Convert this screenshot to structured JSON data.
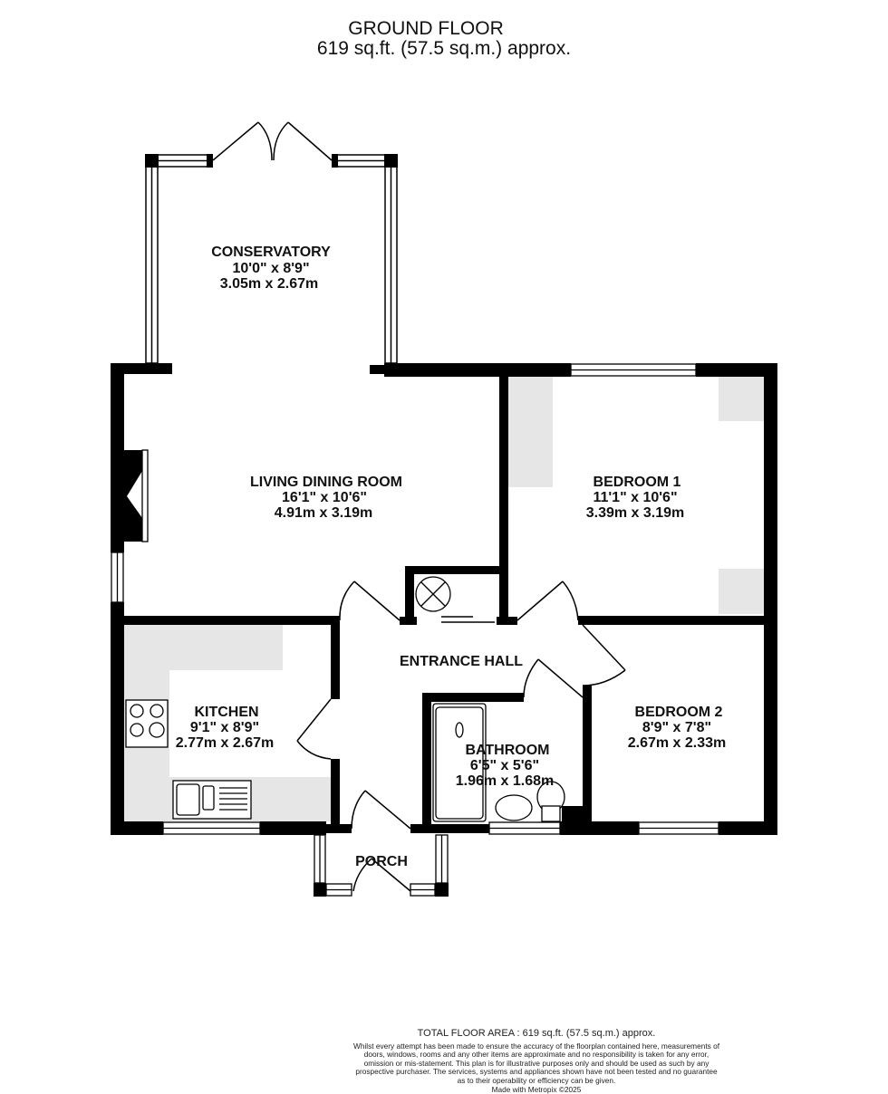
{
  "header": {
    "title": "GROUND FLOOR",
    "area": "619 sq.ft. (57.5 sq.m.) approx."
  },
  "rooms": [
    {
      "name": "CONSERVATORY",
      "imperial": "10'0\"  x 8'9\"",
      "metric": "3.05m  x 2.67m"
    },
    {
      "name": "LIVING DINING ROOM",
      "imperial": "16'1\"  x 10'6\"",
      "metric": "4.91m  x 3.19m"
    },
    {
      "name": "BEDROOM 1",
      "imperial": "11'1\"  x 10'6\"",
      "metric": "3.39m  x 3.19m"
    },
    {
      "name": "ENTRANCE HALL"
    },
    {
      "name": "KITCHEN",
      "imperial": "9'1\"  x 8'9\"",
      "metric": "2.77m  x 2.67m"
    },
    {
      "name": "BATHROOM",
      "imperial": "6'5\"  x 5'6\"",
      "metric": "1.96m  x 1.68m"
    },
    {
      "name": "BEDROOM 2",
      "imperial": "8'9\"  x 7'8\"",
      "metric": "2.67m  x 2.33m"
    },
    {
      "name": "PORCH"
    }
  ],
  "footer": {
    "total": "TOTAL FLOOR AREA : 619 sq.ft. (57.5 sq.m.) approx.",
    "disclaimer": "Whilst every attempt has been made to ensure the accuracy of the floorplan contained here, measurements of doors, windows, rooms and any other items are approximate and no responsibility is taken for any error, omission or mis-statement. This plan is for illustrative purposes only and should be used as such by any prospective purchaser. The services, systems and appliances shown have not been tested and no guarantee as to their operability or efficiency can be given.",
    "credit": "Made with Metropix ©2025"
  },
  "colors": {
    "wall": "#000000",
    "fitted_units": "#e6e6e6"
  }
}
